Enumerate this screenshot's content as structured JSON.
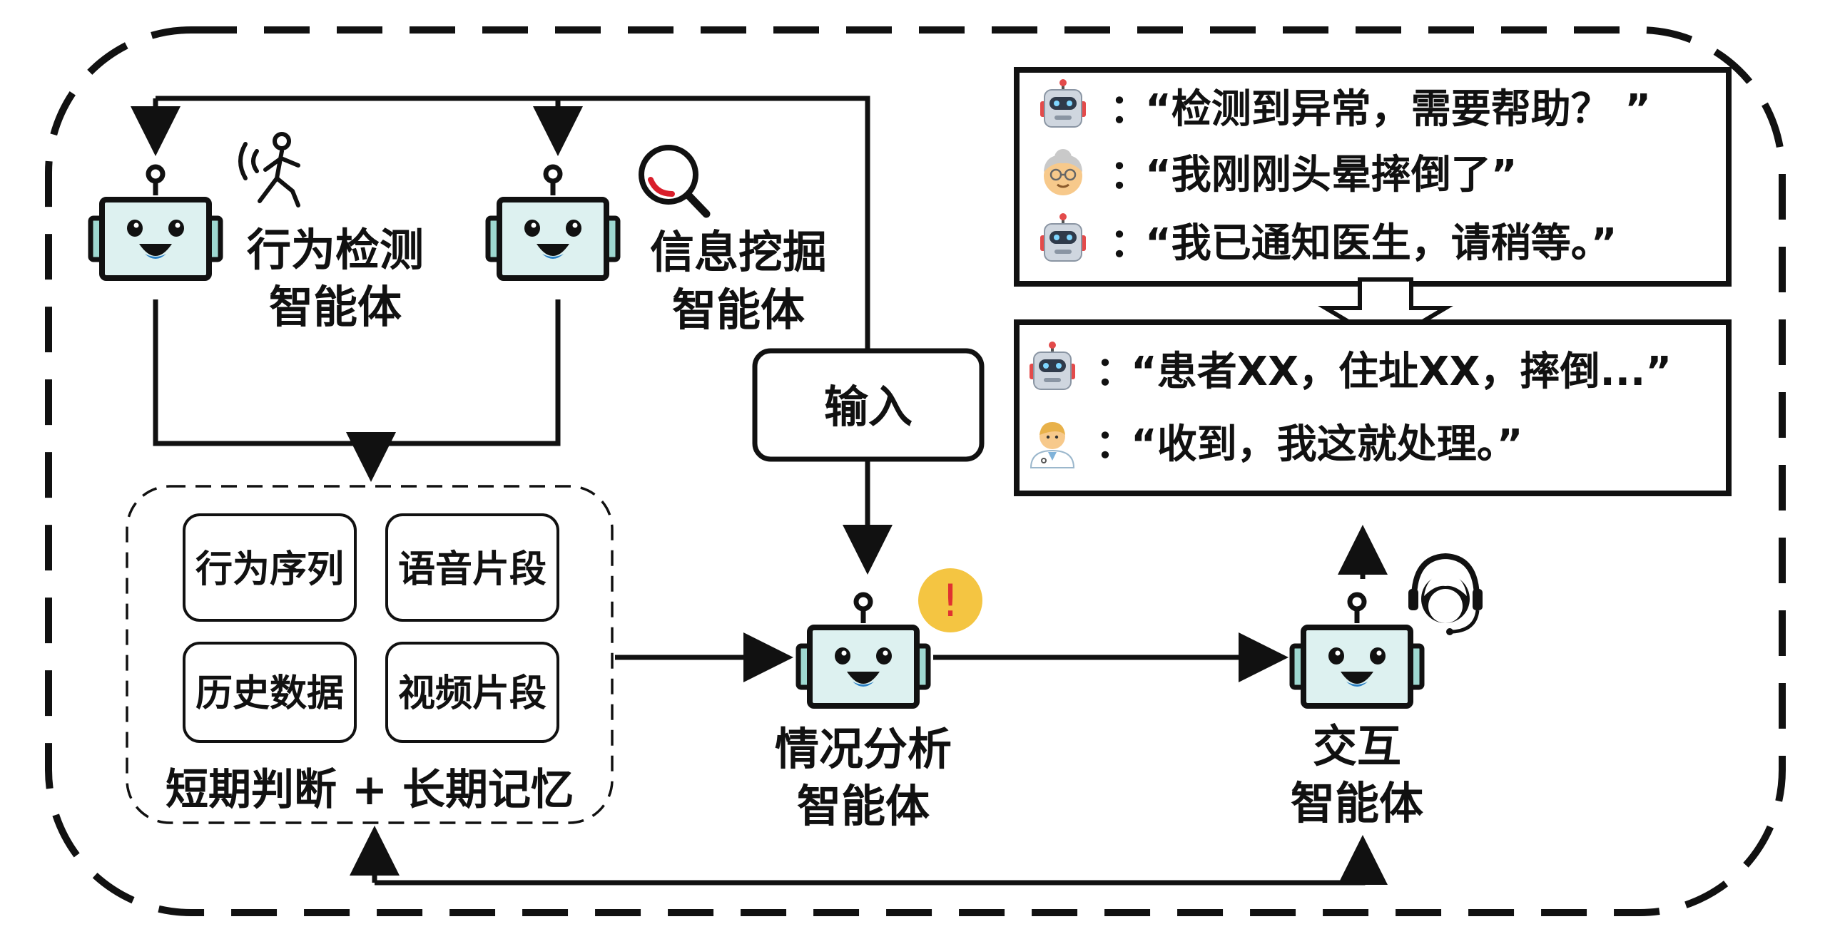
{
  "agents": {
    "behavior": {
      "line1": "行为检测",
      "line2": "智能体"
    },
    "mining": {
      "line1": "信息挖掘",
      "line2": "智能体"
    },
    "analysis": {
      "line1": "情况分析",
      "line2": "智能体"
    },
    "interaction": {
      "line1": "交互",
      "line2": "智能体"
    }
  },
  "input_label": "输入",
  "memory": {
    "items": [
      "行为序列",
      "语音片段",
      "历史数据",
      "视频片段"
    ],
    "caption": "短期判断 + 长期记忆"
  },
  "dialog_top": [
    {
      "speaker": "robot",
      "colon": "：",
      "text": "“检测到异常，需要帮助？ ”"
    },
    {
      "speaker": "elderly-woman",
      "colon": "：",
      "text": "“我刚刚头晕摔倒了”"
    },
    {
      "speaker": "robot",
      "colon": "：",
      "text": "“我已通知医生，请稍等。”"
    }
  ],
  "dialog_bottom": [
    {
      "speaker": "robot",
      "colon": "：",
      "text": "“患者XX，住址XX，摔倒...”"
    },
    {
      "speaker": "doctor",
      "colon": "：",
      "text": "“收到，我这就处理。”"
    }
  ],
  "alert_symbol": "!",
  "colors": {
    "robot_face": "#ddf1f0",
    "robot_ear": "#9ed8d0",
    "robot_mouth": "#2a7fc4",
    "alert": "#f4c542",
    "alert_mark": "#e03131",
    "magnifier_arc": "#d91e2b",
    "emoji_robot_side": "#e34b4b",
    "emoji_skin": "#f7c98b",
    "emoji_hair": "#c9c9c9",
    "stroke": "#111111"
  }
}
